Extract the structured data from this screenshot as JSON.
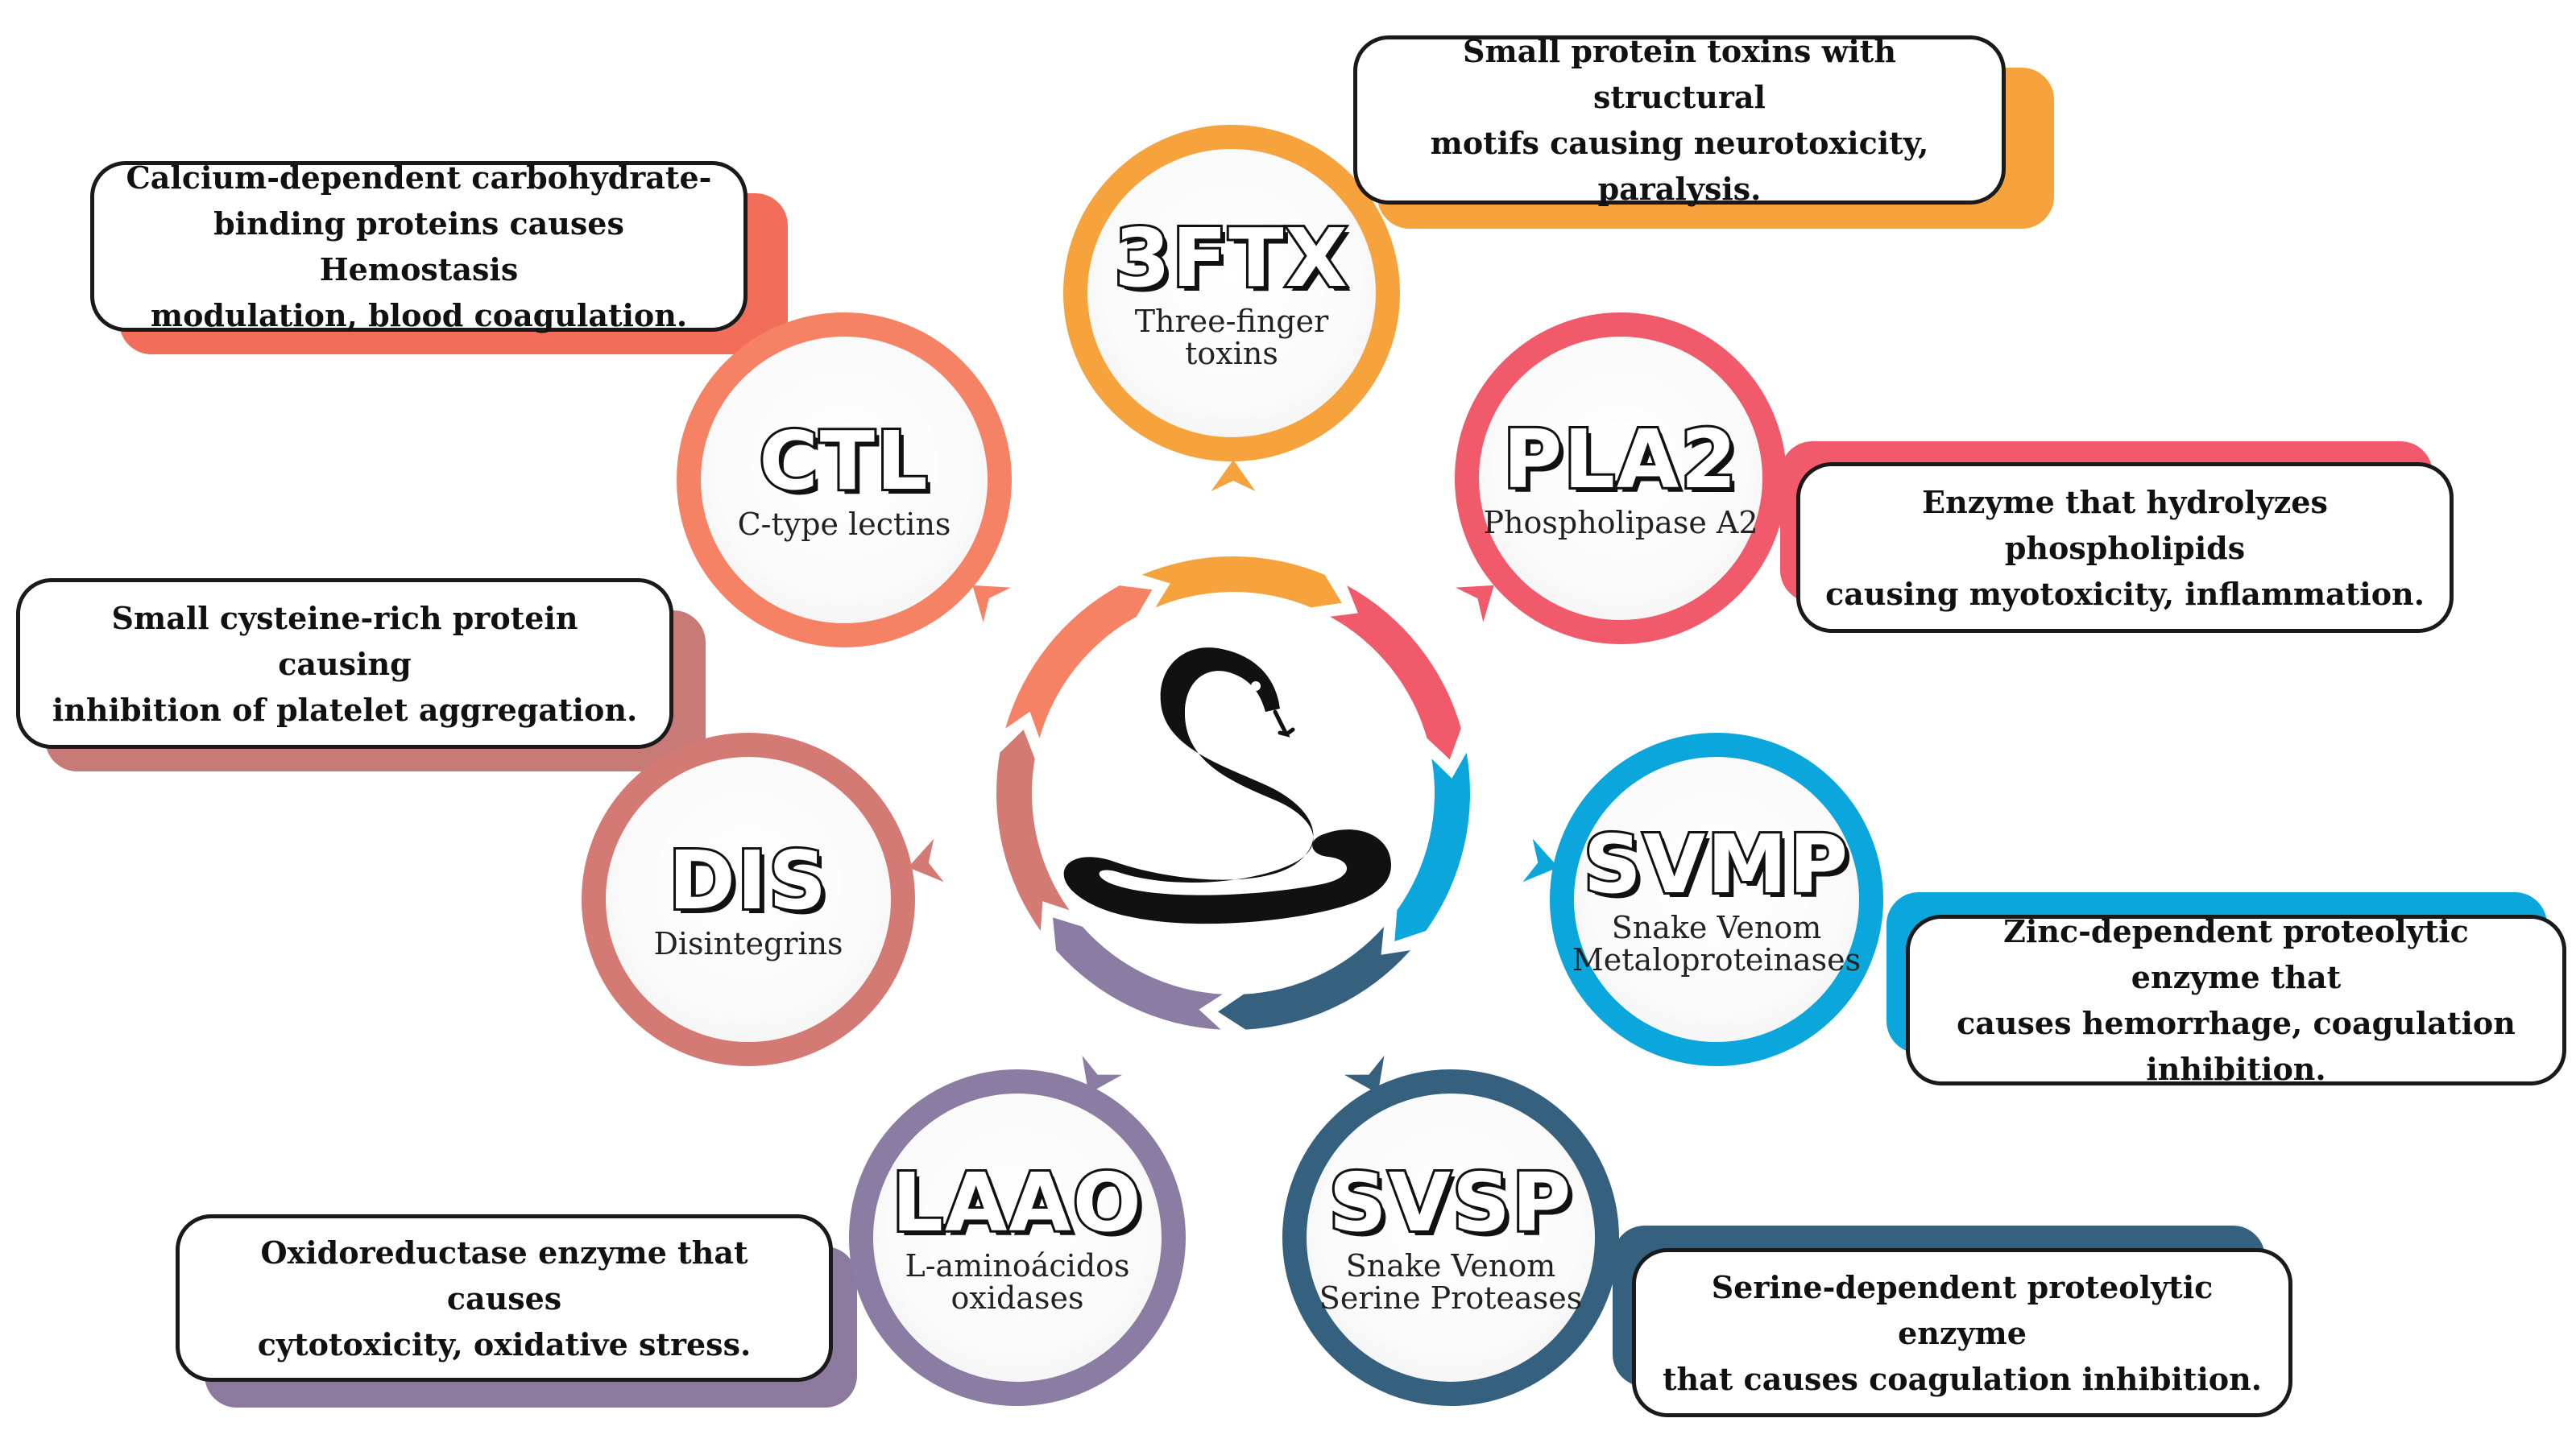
{
  "palette": {
    "ftx": "#F6A33D",
    "pla2": "#F05A6A",
    "svmp": "#0BA6DB",
    "svsp": "#35607E",
    "laao": "#8B7CA3",
    "dis": "#D47A74",
    "ctl": "#F58264",
    "shadow_dis": "#C87A76",
    "shadow_laao": "#8C7A9E",
    "shadow_ctl": "#F36E5A"
  },
  "center_icon": "snake-icon",
  "nodes": [
    {
      "id": "3ftx",
      "abbr": "3FTX",
      "full": [
        "Three-finger toxins"
      ],
      "color_key": "ftx"
    },
    {
      "id": "pla2",
      "abbr": "PLA2",
      "full": [
        "Phospholipase A2"
      ],
      "color_key": "pla2"
    },
    {
      "id": "svmp",
      "abbr": "SVMP",
      "full": [
        "Snake Venom",
        "Metaloproteinases"
      ],
      "color_key": "svmp"
    },
    {
      "id": "svsp",
      "abbr": "SVSP",
      "full": [
        "Snake Venom",
        "Serine Proteases"
      ],
      "color_key": "svsp"
    },
    {
      "id": "laao",
      "abbr": "LAAO",
      "full": [
        "L-aminoácidos",
        "oxidases"
      ],
      "color_key": "laao"
    },
    {
      "id": "dis",
      "abbr": "DIS",
      "full": [
        "Disintegrins"
      ],
      "color_key": "dis"
    },
    {
      "id": "ctl",
      "abbr": "CTL",
      "full": [
        "C-type lectins"
      ],
      "color_key": "ctl"
    }
  ],
  "descriptions": {
    "ftx": [
      "Small protein toxins with structural",
      "motifs causing neurotoxicity, paralysis."
    ],
    "ctl": [
      "Calcium-dependent carbohydrate-",
      "binding proteins causes Hemostasis",
      "modulation, blood coagulation."
    ],
    "pla2": [
      "Enzyme that hydrolyzes phospholipids",
      "causing myotoxicity, inflammation."
    ],
    "dis": [
      "Small cysteine-rich protein causing",
      "inhibition of platelet aggregation."
    ],
    "svmp": [
      "Zinc-dependent proteolytic enzyme that",
      "causes hemorrhage, coagulation",
      "inhibition."
    ],
    "laao": [
      "Oxidoreductase enzyme that causes",
      "cytotoxicity, oxidative stress."
    ],
    "svsp": [
      "Serine-dependent proteolytic enzyme",
      "that causes coagulation inhibition."
    ]
  }
}
